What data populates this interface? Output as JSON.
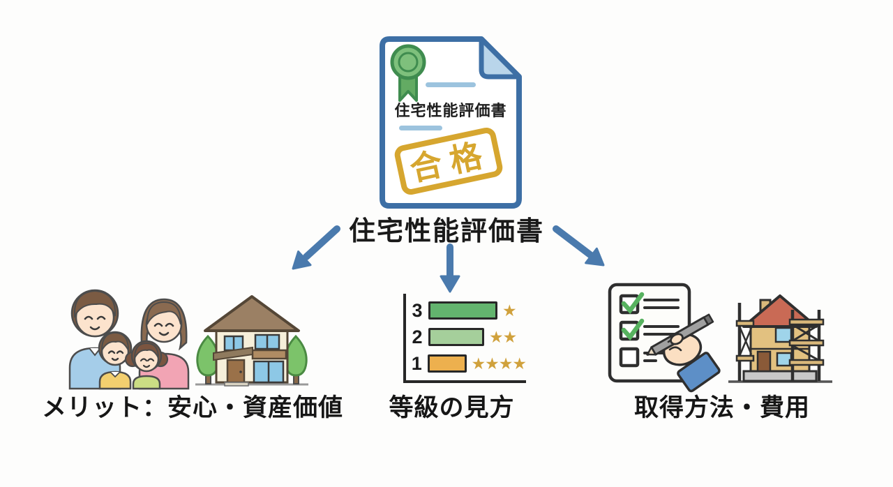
{
  "title": {
    "text": "住宅性能評価書"
  },
  "certificate": {
    "doc_label": "住宅性能評価書",
    "stamp_text": "合格",
    "colors": {
      "border": "#3d6fa5",
      "fold": "#b9d5ea",
      "ribbon": "#7ec07c",
      "ribbon_edge": "#3f8c4f",
      "text_lines": "#9cc3de",
      "stamp": "#d6a62f"
    }
  },
  "arrows": {
    "color": "#4a7aad",
    "directions": [
      "down-left",
      "down",
      "down-right"
    ]
  },
  "sections": [
    {
      "id": "merits",
      "label": "メリット：安心・資産価値",
      "icons": [
        "family-illustration",
        "house-illustration"
      ]
    },
    {
      "id": "grades",
      "label": "等級の見方",
      "icons": [
        "grade-bar-chart"
      ]
    },
    {
      "id": "acquisition",
      "label": "取得方法・費用",
      "icons": [
        "checklist-hand-illustration",
        "construction-house-illustration"
      ]
    }
  ],
  "chart_data": {
    "type": "bar",
    "title": "等級の見方",
    "categories": [
      "3",
      "2",
      "1"
    ],
    "series": [
      {
        "name": "grade-bar-length-px",
        "values": [
          93,
          74,
          50
        ]
      }
    ],
    "stars": [
      1,
      2,
      4
    ],
    "bar_colors": [
      "#63b46e",
      "#a5cf9b",
      "#edb04e"
    ],
    "star_color": "#d0a13c",
    "axis_color": "#272727",
    "legend": "grade 3/2/1 rows with star rating shown beside each bar"
  }
}
